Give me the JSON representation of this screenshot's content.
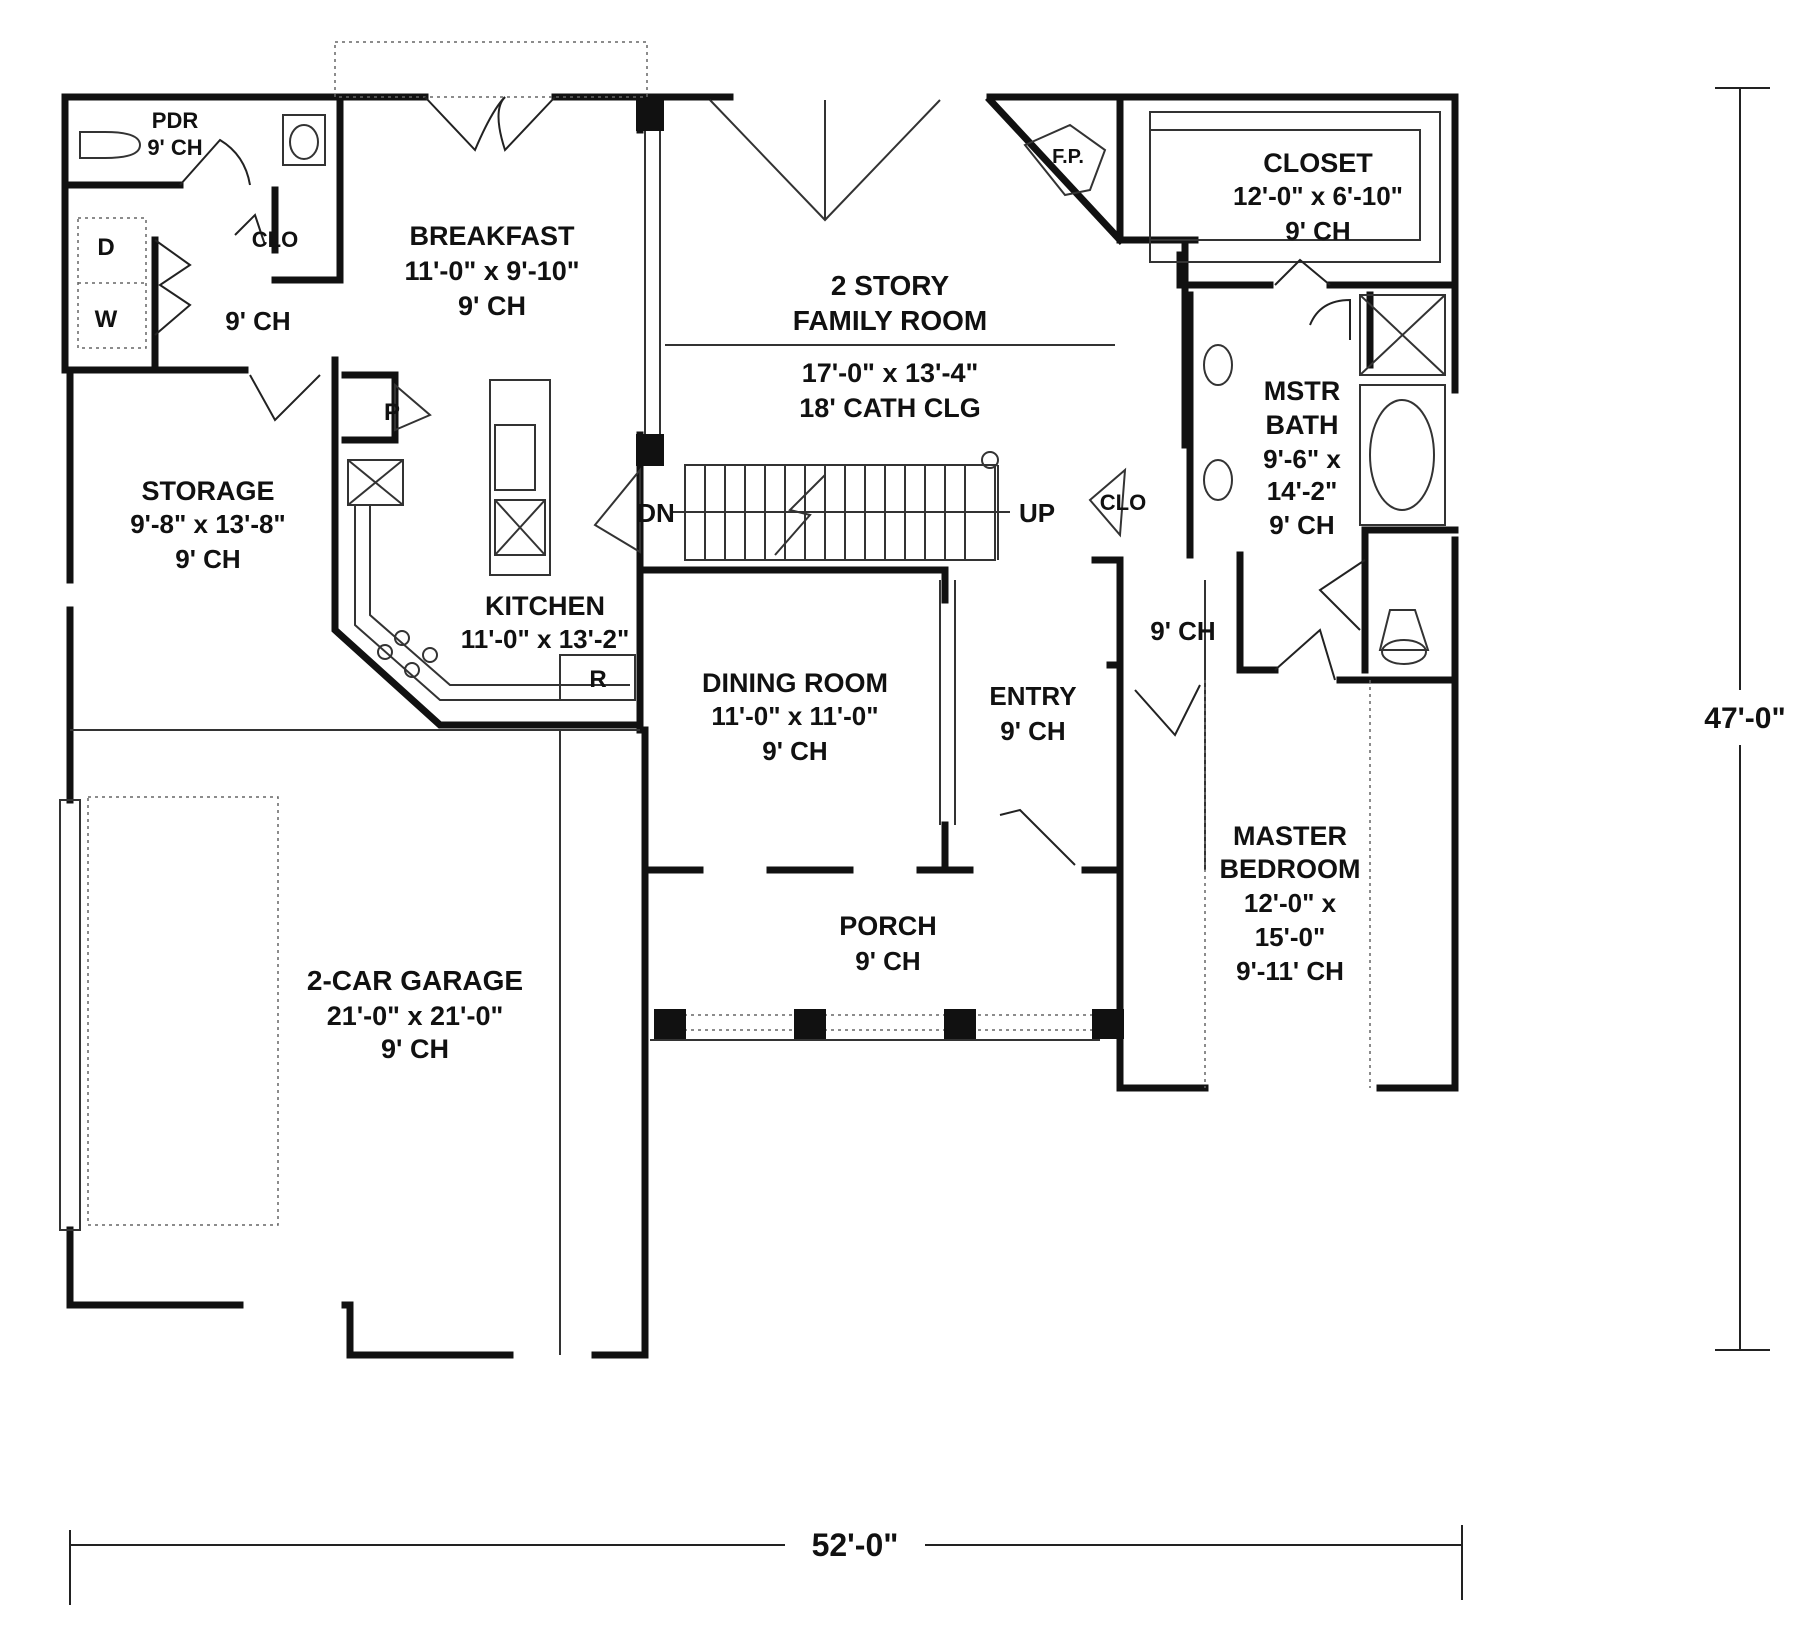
{
  "dimensions": {
    "width_label": "52'-0\"",
    "depth_label": "47'-0\""
  },
  "rooms": {
    "powder": {
      "name": "PDR",
      "ceiling": "9' CH"
    },
    "laundry": {
      "dryer": "D",
      "washer": "W",
      "ceiling": "9' CH"
    },
    "laundry_closet": {
      "name": "CLO"
    },
    "breakfast": {
      "name": "BREAKFAST",
      "size": "11'-0\" x 9'-10\"",
      "ceiling": "9' CH"
    },
    "family": {
      "line1": "2 STORY",
      "line2": "FAMILY ROOM",
      "size": "17'-0\" x 13'-4\"",
      "ceiling": "18' CATH CLG"
    },
    "fireplace": {
      "name": "F.P."
    },
    "closet": {
      "name": "CLOSET",
      "size": "12'-0\" x 6'-10\"",
      "ceiling": "9' CH"
    },
    "master_bath": {
      "line1": "MSTR",
      "line2": "BATH",
      "size1": "9'-6\" x",
      "size2": "14'-2\"",
      "ceiling": "9' CH"
    },
    "storage": {
      "name": "STORAGE",
      "size": "9'-8\" x 13'-8\"",
      "ceiling": "9' CH"
    },
    "pantry": {
      "name": "P"
    },
    "kitchen": {
      "name": "KITCHEN",
      "size": "11'-0\" x 13'-2\"",
      "fridge": "R"
    },
    "stairs": {
      "down": "DN",
      "up": "UP"
    },
    "hall_closet": {
      "name": "CLO"
    },
    "hall": {
      "ceiling": "9' CH"
    },
    "dining": {
      "name": "DINING ROOM",
      "size": "11'-0\" x 11'-0\"",
      "ceiling": "9' CH"
    },
    "entry": {
      "name": "ENTRY",
      "ceiling": "9' CH"
    },
    "porch": {
      "name": "PORCH",
      "ceiling": "9' CH"
    },
    "master_bedroom": {
      "line1": "MASTER",
      "line2": "BEDROOM",
      "size1": "12'-0\" x",
      "size2": "15'-0\"",
      "ceiling": "9'-11' CH"
    },
    "garage": {
      "name": "2-CAR GARAGE",
      "size": "21'-0\" x 21'-0\"",
      "ceiling": "9' CH"
    }
  }
}
